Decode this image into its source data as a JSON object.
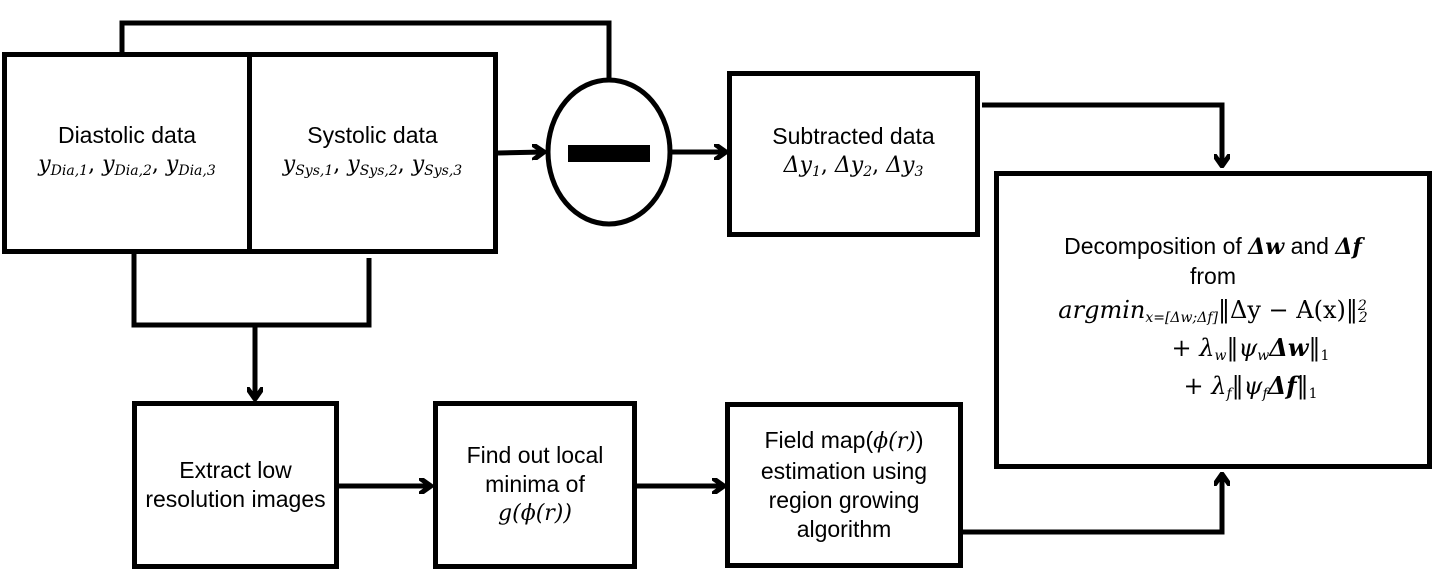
{
  "diagram": {
    "title": "Decomposition flow diagram",
    "nodes": {
      "diastolic": {
        "label": "Diastolic data",
        "math": [
          {
            "base": "y",
            "sub": "Dia,1"
          },
          {
            "base": "y",
            "sub": "Dia,2"
          },
          {
            "base": "y",
            "sub": "Dia,3"
          }
        ]
      },
      "systolic": {
        "label": "Systolic data",
        "math": [
          {
            "base": "y",
            "sub": "Sys,1"
          },
          {
            "base": "y",
            "sub": "Sys,2"
          },
          {
            "base": "y",
            "sub": "Sys,3"
          }
        ]
      },
      "subtract": {
        "symbol": "minus"
      },
      "subtracted": {
        "label": "Subtracted data",
        "math": [
          {
            "base": "Δy",
            "sub": "1"
          },
          {
            "base": "Δy",
            "sub": "2"
          },
          {
            "base": "Δy",
            "sub": "3"
          }
        ]
      },
      "decomposition": {
        "line1_text": "Decomposition of ",
        "line1_var1": "Δw",
        "line1_and": " and ",
        "line1_var2": "Δf",
        "line2": "from",
        "line3_op": "argmin",
        "line3_sub": "x=[Δw;Δf]",
        "line3_expr": "‖Δy − A(x)‖",
        "line3_sub2": "2",
        "line3_sup2": "2",
        "line4_prefix": "+ λ",
        "line4_lsub": "w",
        "line4_expr": "‖ψ",
        "line4_psub": "w",
        "line4_var": "Δw",
        "line4_close": "‖",
        "line4_norm": "1",
        "line5_prefix": "+ λ",
        "line5_lsub": "f",
        "line5_expr": "‖ψ",
        "line5_psub": "f",
        "line5_var": "Δf",
        "line5_close": "‖",
        "line5_norm": "1"
      },
      "extract": {
        "lines": [
          "Extract low",
          "resolution images"
        ]
      },
      "localmin": {
        "lines": [
          "Find out local",
          "minima of"
        ],
        "math": "g(ϕ(r))"
      },
      "fieldmap": {
        "line1": "Field map(",
        "line1_math": "ϕ(r)",
        "line1_end": ")",
        "lines": [
          "estimation using",
          "region growing",
          "algorithm"
        ]
      }
    },
    "edges": [
      {
        "from": "diastolic",
        "to": "subtract",
        "kind": "top-loop"
      },
      {
        "from": "systolic",
        "to": "subtract",
        "kind": "arrow"
      },
      {
        "from": "subtract",
        "to": "subtracted",
        "kind": "arrow"
      },
      {
        "from": "subtracted",
        "to": "decomposition",
        "kind": "arrow"
      },
      {
        "from": "diastolic+systolic",
        "to": "extract",
        "kind": "merge-arrow"
      },
      {
        "from": "extract",
        "to": "localmin",
        "kind": "arrow"
      },
      {
        "from": "localmin",
        "to": "fieldmap",
        "kind": "arrow"
      },
      {
        "from": "fieldmap",
        "to": "decomposition",
        "kind": "arrow"
      }
    ]
  }
}
